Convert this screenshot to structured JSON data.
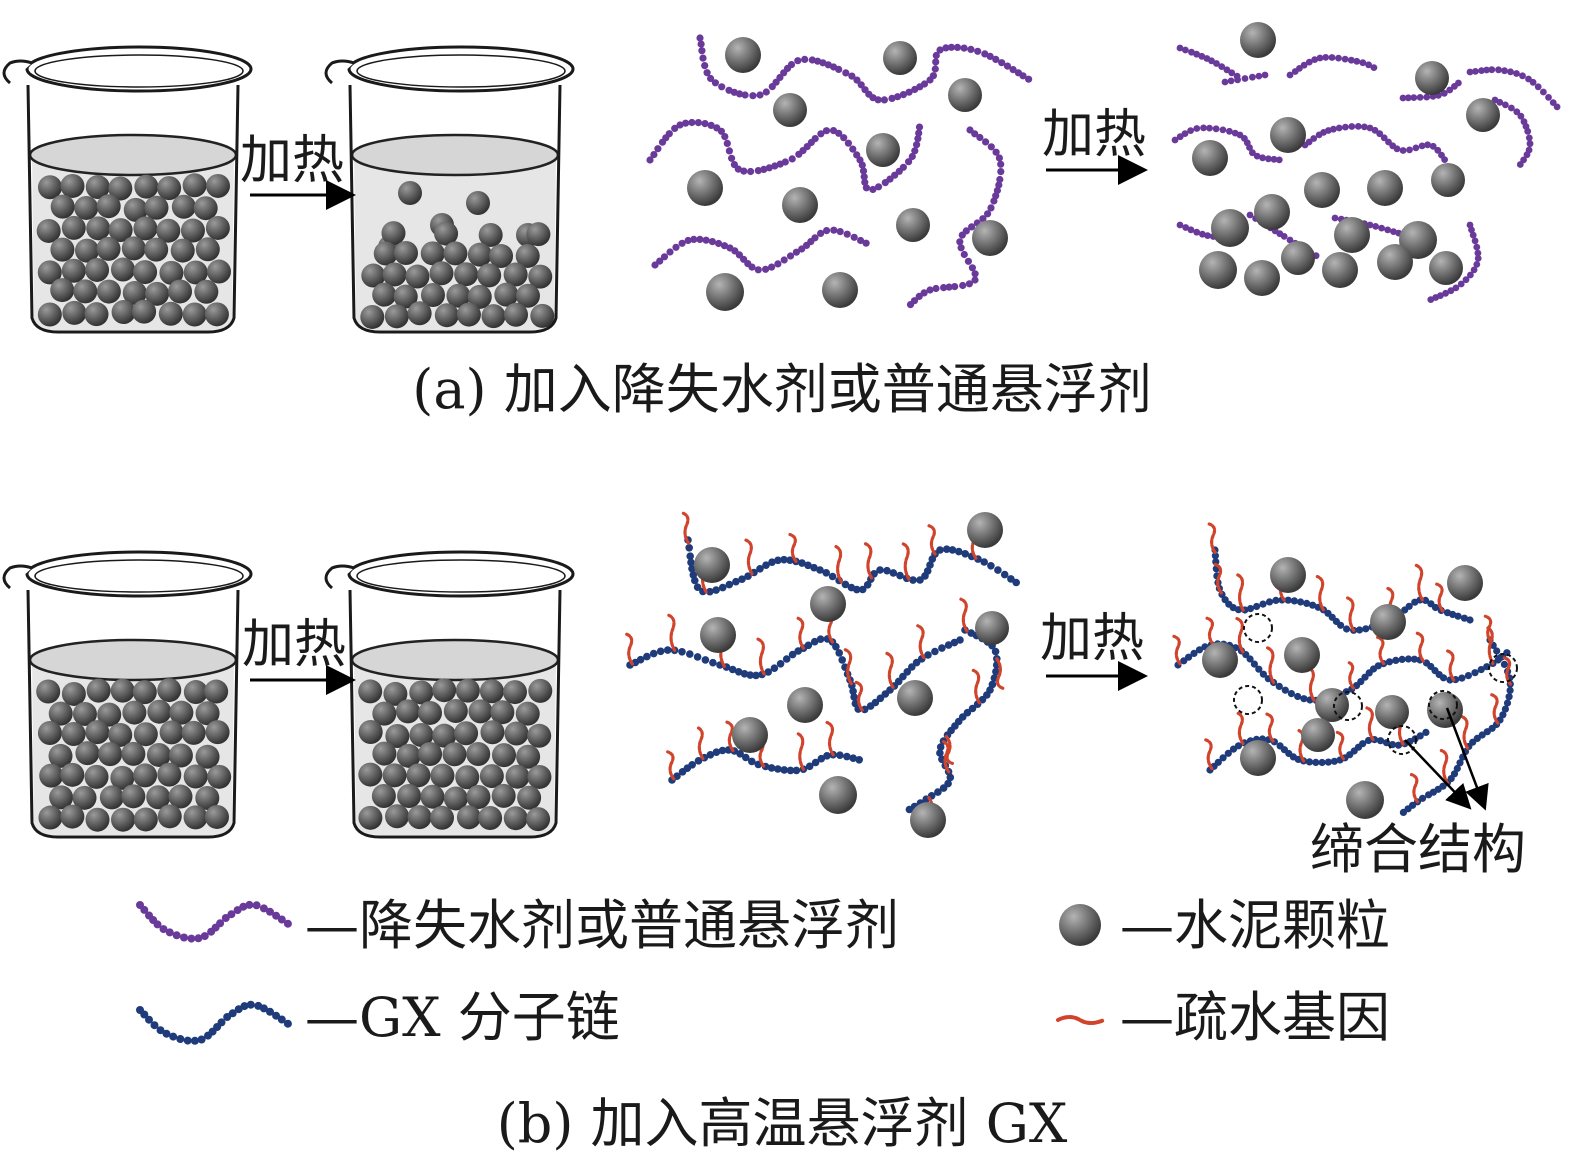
{
  "panel_a": {
    "heat_label_1": "加热",
    "heat_label_2": "加热",
    "caption": "(a) 加入降失水剂或普通悬浮剂"
  },
  "panel_b": {
    "heat_label_1": "加热",
    "heat_label_2": "加热",
    "association_label": "缔合结构",
    "caption": "(b) 加入高温悬浮剂 GX"
  },
  "legend": {
    "items": [
      {
        "icon": "purple-chain-icon",
        "text": "—降失水剂或普通悬浮剂"
      },
      {
        "icon": "cement-particle-icon",
        "text": "—水泥颗粒"
      },
      {
        "icon": "blue-chain-icon",
        "text": "—GX 分子链"
      },
      {
        "icon": "hydrophobic-group-icon",
        "text": "—疏水基因"
      }
    ]
  },
  "colors": {
    "purple_chain": "#6a3a9a",
    "blue_chain": "#1f3b7a",
    "hydrophobic": "#d0442c",
    "particle": "#6e6e6e",
    "liquid": "#e6e6e6"
  }
}
